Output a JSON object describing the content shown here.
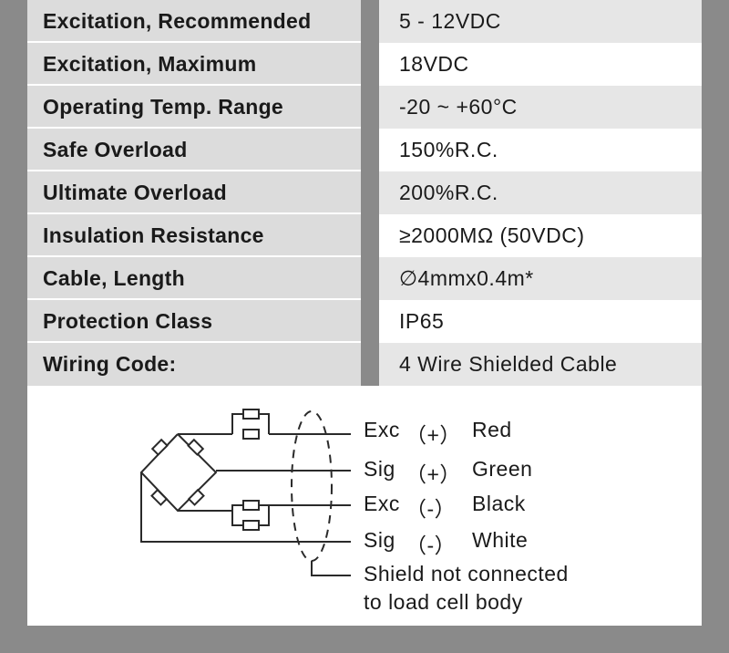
{
  "specs": [
    {
      "label": "Excitation, Recommended",
      "value": "5 - 12VDC"
    },
    {
      "label": "Excitation, Maximum",
      "value": "18VDC"
    },
    {
      "label": "Operating Temp. Range",
      "value": "-20 ~ +60°C"
    },
    {
      "label": "Safe Overload",
      "value": "150%R.C."
    },
    {
      "label": "Ultimate Overload",
      "value": "200%R.C."
    },
    {
      "label": "Insulation Resistance",
      "value": "≥2000MΩ (50VDC)"
    },
    {
      "label": "Cable, Length",
      "value": "∅4mmx0.4m*"
    },
    {
      "label": "Protection Class",
      "value": "IP65"
    },
    {
      "label": "Wiring Code:",
      "value": "4 Wire Shielded Cable"
    }
  ],
  "wiring": [
    {
      "signal": "Exc",
      "polarity": "（+）",
      "color": "Red"
    },
    {
      "signal": "Sig",
      "polarity": "（+）",
      "color": "Green"
    },
    {
      "signal": "Exc",
      "polarity": "（-）",
      "color": "Black"
    },
    {
      "signal": "Sig",
      "polarity": "（-）",
      "color": "White"
    }
  ],
  "shield_note": {
    "line1": "Shield not connected",
    "line2": "to load cell body"
  },
  "colors": {
    "background": "#8a8a8a",
    "label_cell": "#dcdcdc",
    "value_shaded": "#e6e6e6",
    "text": "#1a1a1a"
  }
}
